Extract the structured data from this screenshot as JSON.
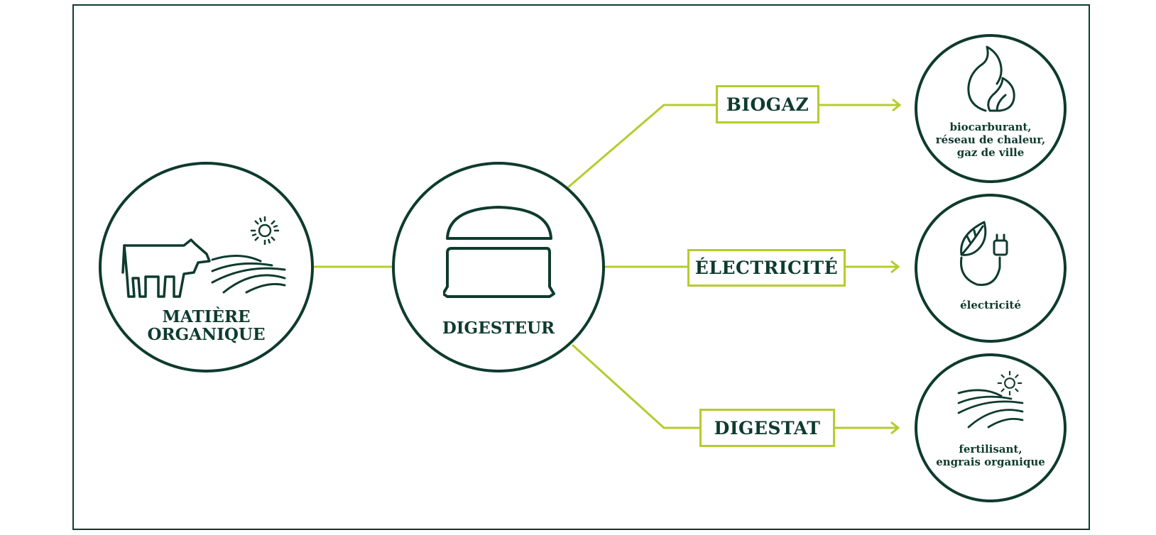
{
  "nodes": {
    "matiere": {
      "line1": "MATIÈRE",
      "line2": "ORGANIQUE"
    },
    "digesteur": {
      "label": "DIGESTEUR"
    }
  },
  "products": {
    "biogaz": {
      "label": "BIOGAZ",
      "use_line1": "biocarburant,",
      "use_line2": "réseau de chaleur,",
      "use_line3": "gaz de ville"
    },
    "electricite": {
      "label": "ÉLECTRICITÉ",
      "use_line1": "électricité"
    },
    "digestat": {
      "label": "DIGESTAT",
      "use_line1": "fertilisant,",
      "use_line2": "engrais organique"
    }
  },
  "icons": {
    "matiere": [
      "cow-icon",
      "field-icon",
      "sun-icon"
    ],
    "digesteur": "digester-tank-icon",
    "biogaz": "flame-icon",
    "electricite": "leaf-plug-icon",
    "digestat": [
      "field-icon",
      "sun-icon"
    ]
  },
  "colors": {
    "dark_green": "#0e3b2e",
    "lime": "#b5cc2e"
  }
}
